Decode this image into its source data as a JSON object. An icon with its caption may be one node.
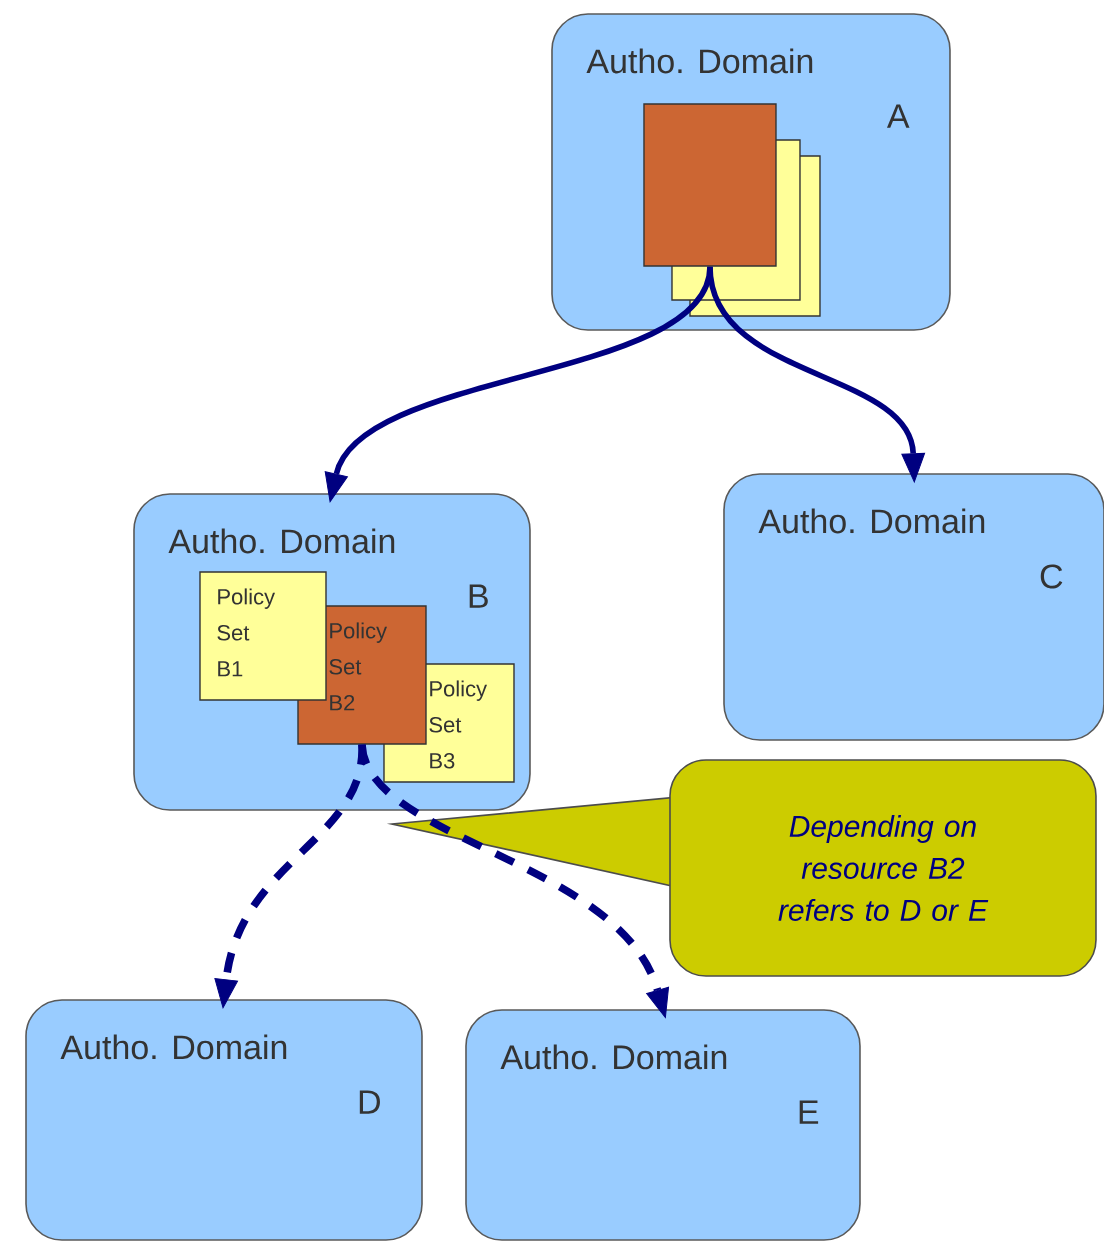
{
  "diagram": {
    "nodes": [
      {
        "text": [
          "Autho. Domain",
          "A"
        ]
      },
      {
        "text": [],
        "shape": "box",
        "in": 0
      },
      {
        "text": [
          "Autho. Domain",
          "B"
        ]
      },
      {
        "text": [
          "Policy Set B1"
        ],
        "in": 2
      },
      {
        "text": [
          "Policy Set B2"
        ],
        "in": 2
      },
      {
        "text": [
          "Policy Set B3"
        ],
        "in": 2
      },
      {
        "text": [
          "Autho. Domain",
          "C"
        ]
      },
      {
        "text": [
          "Depending on resource B2 refers to D or E"
        ]
      },
      {
        "text": [
          "Autho. Domain",
          "D"
        ]
      },
      {
        "text": [
          "Autho. Domain",
          "E"
        ]
      }
    ],
    "edges": [
      {
        "from": 1,
        "to": 2,
        "arrow": "to"
      },
      {
        "from": 1,
        "to": 6,
        "arrow": "to"
      },
      {
        "from": 4,
        "to": 8,
        "arrow": "to",
        "style": "dashed"
      },
      {
        "from": 4,
        "to": 9,
        "arrow": "to",
        "style": "dashed"
      }
    ]
  }
}
